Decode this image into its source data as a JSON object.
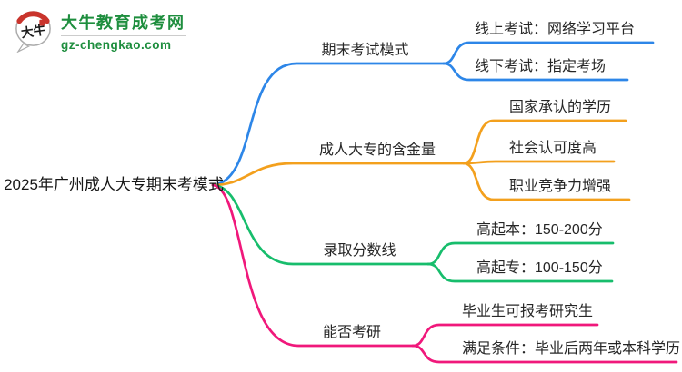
{
  "logo": {
    "bubble_text": "大牛",
    "title": "大牛教育成考网",
    "url": "gz-chengkao.com",
    "brand_green": "#1e8e3e",
    "brand_red": "#c9342c"
  },
  "root": {
    "label": "2025年广州成人大专期末考模式"
  },
  "branches": [
    {
      "label": "期末考试模式",
      "color": "#2d86e8",
      "children": [
        {
          "label": "线上考试：网络学习平台"
        },
        {
          "label": "线下考试：指定考场"
        }
      ]
    },
    {
      "label": "成人大专的含金量",
      "color": "#f3a01d",
      "children": [
        {
          "label": "国家承认的学历"
        },
        {
          "label": "社会认可度高"
        },
        {
          "label": "职业竞争力增强"
        }
      ]
    },
    {
      "label": "录取分数线",
      "color": "#17bd6c",
      "children": [
        {
          "label": "高起本：150-200分"
        },
        {
          "label": "高起专：100-150分"
        }
      ]
    },
    {
      "label": "能否考研",
      "color": "#f0187b",
      "children": [
        {
          "label": "毕业生可报考研究生"
        },
        {
          "label": "满足条件：毕业后两年或本科学历"
        }
      ]
    }
  ]
}
